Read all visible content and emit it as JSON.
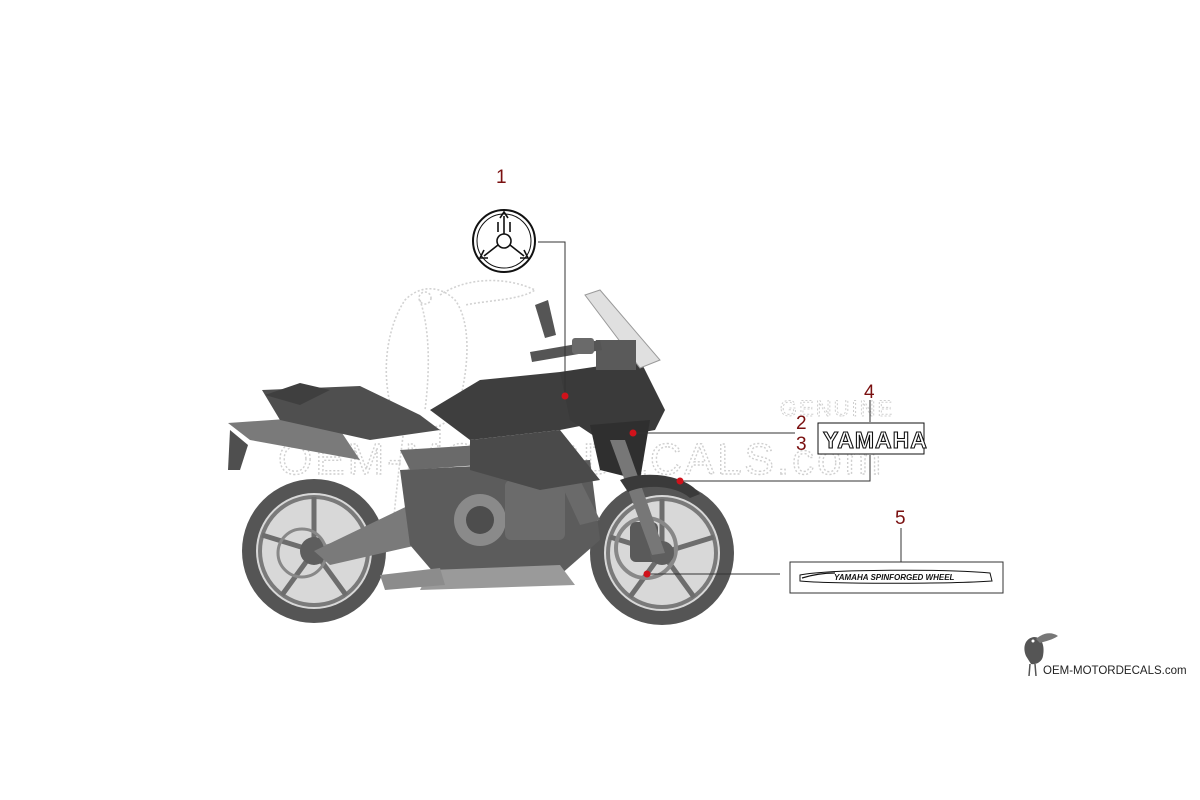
{
  "callouts": [
    {
      "number": "1"
    },
    {
      "number": "2"
    },
    {
      "number": "3"
    },
    {
      "number": "4"
    },
    {
      "number": "5"
    }
  ],
  "decals": {
    "emblem": {
      "icon": "yamaha-tuning-fork-emblem-icon"
    },
    "yamaha_lettering": {
      "text": "YAMAHA"
    },
    "wheel_decal": {
      "text": "YAMAHA SPINFORGED WHEEL"
    }
  },
  "watermark": {
    "text": "OEM-MOTORDECALS.com",
    "small_text": "GENUINE"
  },
  "logo": {
    "text": "OEM-MOTORDECALS.com",
    "icon": "toucan-bird-icon"
  },
  "colors": {
    "callout_number": "#7a1010",
    "marker_dot": "#d0121b",
    "leader_line": "#333333",
    "bike_body": "#6f6f6f",
    "bike_dark": "#4a4a4a"
  }
}
